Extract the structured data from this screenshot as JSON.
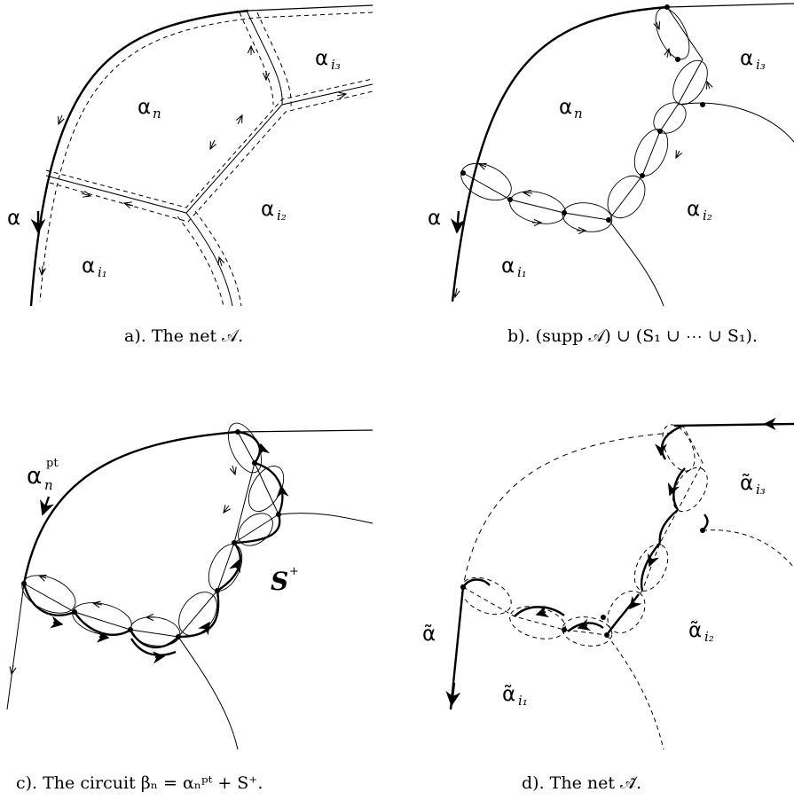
{
  "panels": {
    "a": {
      "caption": "a).  The net 𝒜.",
      "labels": {
        "alpha": "α",
        "alpha_n": "α",
        "n": "n",
        "alpha_i1": "α",
        "i1": "i₁",
        "alpha_i2": "α",
        "i2": "i₂",
        "alpha_i3": "α",
        "i3": "i₃"
      }
    },
    "b": {
      "caption": "b).  (supp 𝒜) ∪ (S₁ ∪ ⋯ ∪ S₁).",
      "labels": {
        "alpha": "α",
        "alpha_n": "α",
        "n": "n",
        "alpha_i1": "α",
        "i1": "i₁",
        "alpha_i2": "α",
        "i2": "i₂",
        "alpha_i3": "α",
        "i3": "i₃"
      }
    },
    "c": {
      "caption": "c).  The circuit βₙ = αₙᵖᵗ + S⁺.",
      "labels": {
        "alpha_pt": "α",
        "n": "n",
        "pt": "pt",
        "s_plus": "S",
        "plus": "+"
      }
    },
    "d": {
      "caption": "d).  The net 𝒜̃.",
      "labels": {
        "alpha": "α̃",
        "alpha_i1": "α̃",
        "i1": "i₁",
        "alpha_i2": "α̃",
        "i2": "i₂",
        "alpha_i3": "α̃",
        "i3": "i₃"
      }
    }
  }
}
